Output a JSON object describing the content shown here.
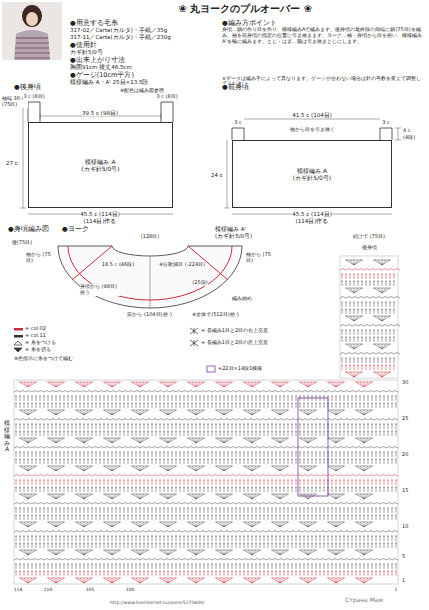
{
  "diagram": {
    "title": "❀ 丸ヨークのプルオーバー ❀",
    "nodes": [
      {
        "text": [
          "模様編み A",
          "(カギ針5/0号)"
        ]
      },
      {
        "text": [
          "模様編み A",
          "(カギ針5/0号)"
        ]
      }
    ],
    "labels": [
      "●用意する毛糸",
      "317-02／Carta(カルタ)・手紙／35g",
      "317-11／Carta(カルタ)・手紙／230g",
      "●使用針",
      "カギ針5/0号",
      "●出来上がり寸法",
      "胸囲91cm 後丈46.5cm",
      "●ゲージ(10cm平方)",
      "模様編み A・A' 25目×13.5段",
      "●編み方ポイント",
      "身頃…鎖の作り目を作り、模様編みAで編みます。後身頃の最終段の両端に鎖(75目)を編み、袖を前身頃の指定の位置に引き抜きます。ヨーク…袖・身頃から目を拾い、模様編みA'を輪に編みます。とじ・はぎ…脇は引き抜きとじにします。",
      "※データは編み手によって異なります。ゲージが合わない場合は針の号数を変えて調整してください。",
      "●後身頃",
      "※配色は編み図参照",
      "袖端 30 c (75目)",
      "3 c (8目)",
      "39.5 c (98目)",
      "3 c (8目)",
      "27 c",
      "45.5 c (114目)",
      "(114目)作る",
      "●前身頃",
      "41.5 c (104目)",
      "3 c",
      "3 c",
      "袖から目を引き抜く",
      "24 c",
      "4 c",
      "(4段)",
      "45.5 c (114目)",
      "(114目)作る",
      "●身頃編み図",
      "●ヨーク",
      "模様編み A'",
      "(カギ針5/0号)",
      "(128目)",
      "袖から (75目)",
      "18.5 c (46段)",
      "※分散減目 (-224目)",
      "袖から (75目)",
      "身頃から (98目)拾う",
      "(25段)",
      "編み始め",
      "前から (104目)拾う",
      "※全体で(512目)拾う",
      "後(75目)",
      "続けて (75目)",
      "後身頃",
      "模様編み A",
      "※色指示に糸をつけて編む",
      "=22目×14段1模様",
      "30",
      "25",
      "20",
      "15",
      "10",
      "5",
      "1",
      "114",
      "110",
      "105",
      "100",
      "1",
      "http://www.liveinternet.ru/users/5270600/",
      "Страна Мам"
    ],
    "legend": [
      {
        "text": "= col.02",
        "color": "#cc2b3b"
      },
      {
        "text": "= col.11",
        "color": "#333333"
      },
      {
        "text": "= 糸をつける"
      },
      {
        "text": "= 糸を切る"
      },
      {
        "text": "= 長編み1目と2目の右上交差"
      },
      {
        "text": "= 長編み1目と2目の左上交差"
      }
    ]
  }
}
